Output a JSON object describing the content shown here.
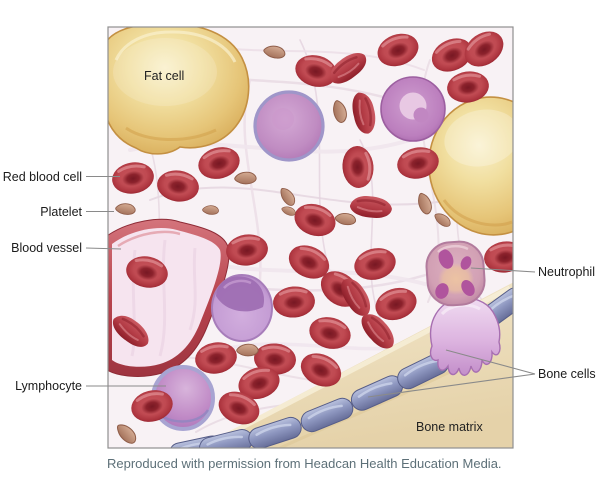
{
  "figure_labels": {
    "fat_cell": "Fat cell",
    "red_blood_cell": "Red blood cell",
    "platelet": "Platelet",
    "blood_vessel": "Blood vessel",
    "lymphocyte": "Lymphocyte",
    "neutrophil": "Neutrophil",
    "bone_cells": "Bone cells",
    "bone_matrix": "Bone matrix"
  },
  "caption": "Reproduced with permission from Headcan Health Education Media.",
  "palette": {
    "background": "#f8f2f5",
    "label_text": "#1b1b1b",
    "caption_text": "#5d7078",
    "leader_line": "#8a8a8a",
    "red_blood_cell": "#b03740",
    "platelet": "#bd8a72",
    "fat_cell": "#ecd28e",
    "white_blood_cell_purple": "#bd85c0",
    "lymphocyte_rim": "#a8a4d2",
    "neutrophil": "#d3a0b5",
    "bone_cell": "#8a93bd",
    "bone_matrix": "#ecdcba",
    "vessel_wall": "#b8444e"
  }
}
